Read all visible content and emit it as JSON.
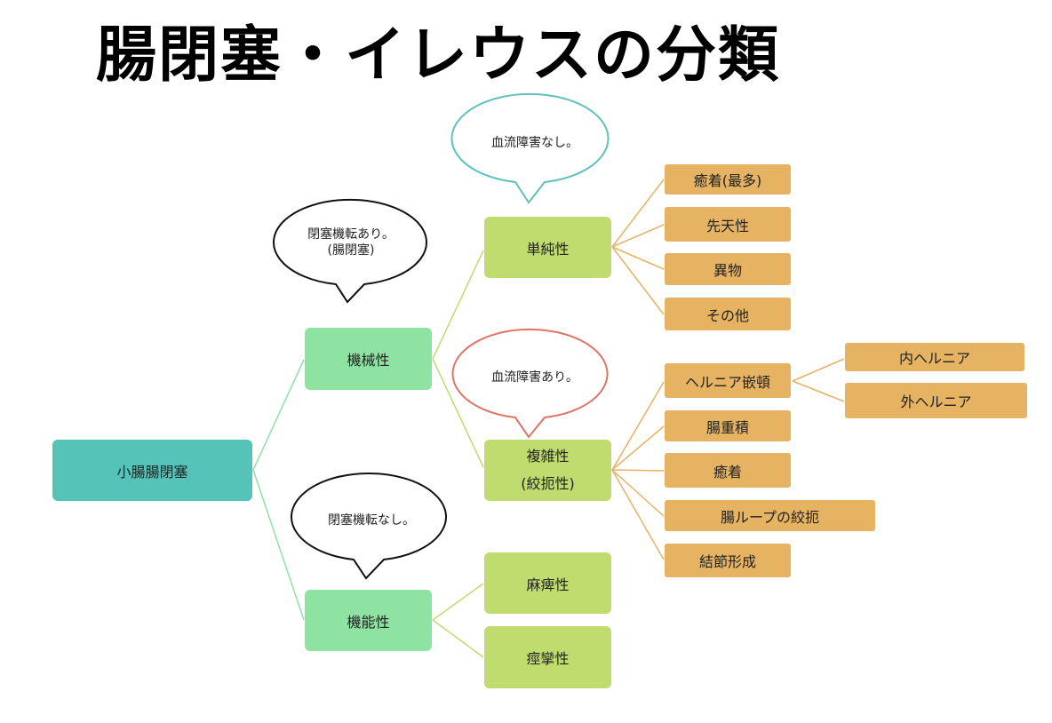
{
  "title": "腸閉塞・イレウスの分類",
  "colors": {
    "root": "#55c3b8",
    "level1": "#8ee3a3",
    "level2": "#c0dc6e",
    "level3": "#e6b363",
    "bubble_simple": "#5fc2bc",
    "bubble_complex": "#dd7466",
    "bubble_default": "#111111"
  },
  "root": {
    "label": "小腸腸閉塞"
  },
  "mechanical": {
    "label": "機械性",
    "bubble": "閉塞機転あり。\n(腸閉塞)",
    "simple": {
      "label": "単純性",
      "bubble": "血流障害なし。",
      "causes": [
        "癒着(最多)",
        "先天性",
        "異物",
        "その他"
      ]
    },
    "complex": {
      "label_line1": "複雑性",
      "label_line2": "(絞扼性)",
      "bubble": "血流障害あり。",
      "causes": [
        "ヘルニア嵌頓",
        "腸重積",
        "癒着",
        "腸ループの絞扼",
        "結節形成"
      ],
      "hernia_types": [
        "内ヘルニア",
        "外ヘルニア"
      ]
    }
  },
  "functional": {
    "label": "機能性",
    "bubble": "閉塞機転なし。",
    "types": [
      "麻痺性",
      "痙攣性"
    ]
  }
}
